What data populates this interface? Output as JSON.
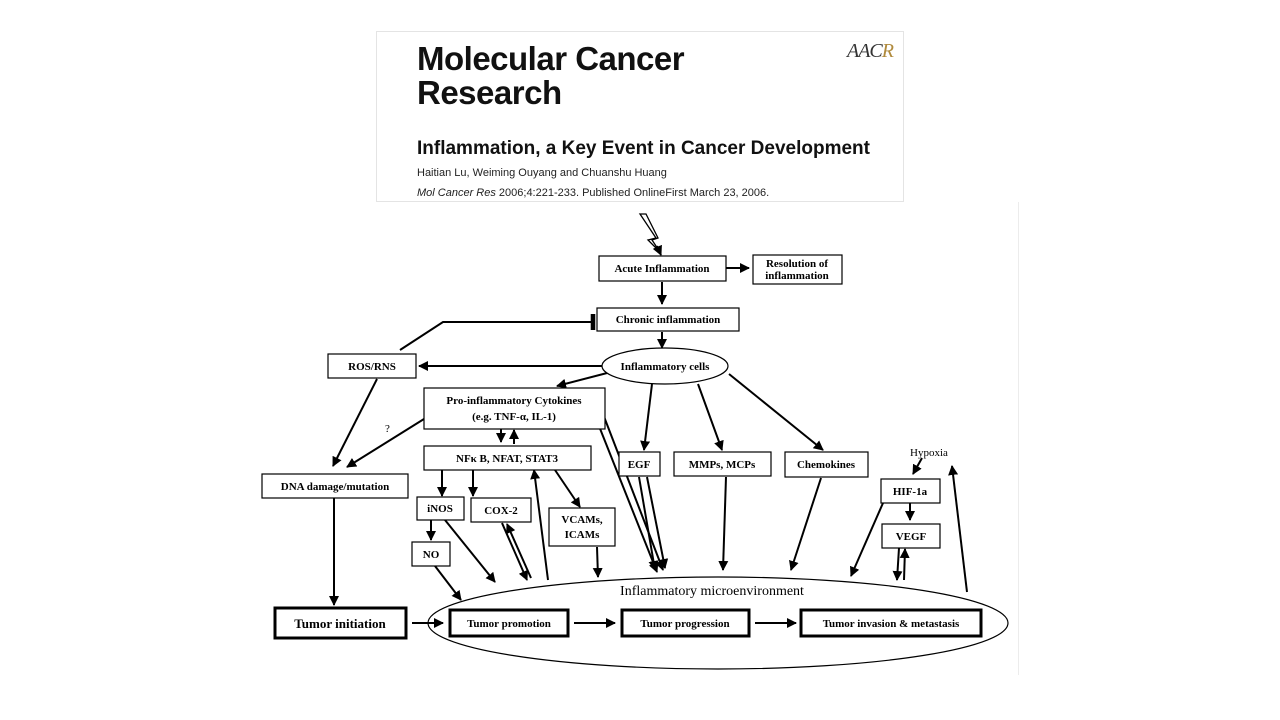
{
  "header": {
    "journal_line1": "Molecular Cancer",
    "journal_line2": "Research",
    "logo_prefix": "AAC",
    "logo_suffix": "R",
    "article_title": "Inflammation, a Key Event in Cancer Development",
    "authors": "Haitian Lu, Weiming Ouyang and Chuanshu Huang",
    "citation_journal": "Mol Cancer Res",
    "citation_rest": " 2006;4:221-233. Published OnlineFirst March 23, 2006."
  },
  "diagram": {
    "nodes": {
      "acute": "Acute Inflammation",
      "resolution_1": "Resolution of",
      "resolution_2": "inflammation",
      "chronic": "Chronic inflammation",
      "ros": "ROS/RNS",
      "inflam_cells": "Inflammatory cells",
      "cytokines_1": "Pro-inflammatory Cytokines",
      "cytokines_2": "(e.g. TNF-α, IL-1)",
      "nfkb": "NFκ B, NFAT, STAT3",
      "question": "?",
      "egf": "EGF",
      "mmps": "MMPs, MCPs",
      "chemokines": "Chemokines",
      "hypoxia": "Hypoxia",
      "dna": "DNA damage/mutation",
      "inos": "iNOS",
      "cox2": "COX-2",
      "vcams_1": "VCAMs,",
      "vcams_2": "ICAMs",
      "hif": "HIF-1a",
      "vegf": "VEGF",
      "no": "NO",
      "microenv": "Inflammatory microenvironment",
      "initiation": "Tumor initiation",
      "promotion": "Tumor promotion",
      "progression": "Tumor progression",
      "invasion": "Tumor invasion & metastasis"
    }
  }
}
